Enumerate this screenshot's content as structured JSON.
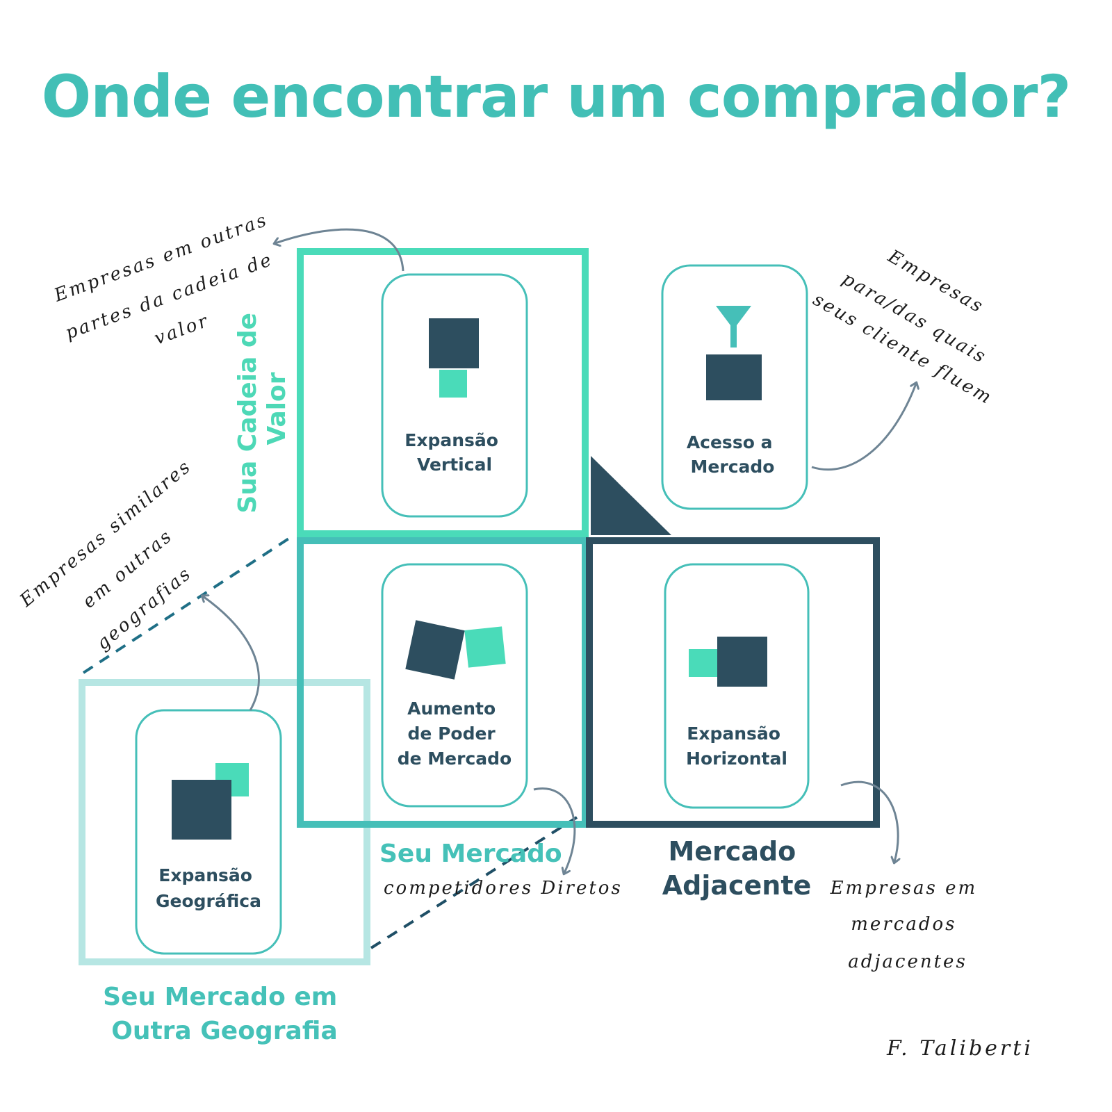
{
  "title": "Onde encontrar um comprador?",
  "colors": {
    "title": "#42bfb6",
    "mint": "#4adbb9",
    "teal": "#45bfb8",
    "pale_teal": "#b6e6e3",
    "dark": "#2d4e5f",
    "arrow": "#6e8494"
  },
  "cards": {
    "vertical": {
      "label_lines": [
        "Expansão",
        "Vertical"
      ],
      "icon": "square-below-icon"
    },
    "access": {
      "label_lines": [
        "Acesso a",
        "Mercado"
      ],
      "icon": "funnel-icon"
    },
    "power": {
      "label_lines": [
        "Aumento",
        "de Poder",
        "de Mercado"
      ],
      "icon": "tilted-squares-icon"
    },
    "horizontal": {
      "label_lines": [
        "Expansão",
        "Horizontal"
      ],
      "icon": "square-beside-icon"
    },
    "geographic": {
      "label_lines": [
        "Expansão",
        "Geográfica"
      ],
      "icon": "overlapping-squares-icon"
    }
  },
  "zones": {
    "value_chain": [
      "Sua Cadeia de",
      "Valor"
    ],
    "your_market": [
      "Seu Mercado"
    ],
    "adjacent_market": [
      "Mercado",
      "Adjacente"
    ],
    "other_geography": [
      "Seu Mercado em",
      "Outra Geografia"
    ]
  },
  "notes": {
    "value_chain": [
      "Empresas em outras",
      "partes da cadeia de",
      "valor"
    ],
    "customers_flow": [
      "Empresas",
      "para/das quais",
      "seus cliente fluem"
    ],
    "similar_geo": [
      "Empresas similares",
      "em outras",
      "geografias"
    ],
    "competitors": [
      "competidores Diretos"
    ],
    "adjacent": [
      "Empresas em",
      "mercados",
      "adjacentes"
    ]
  },
  "signature": "F. Taliberti"
}
